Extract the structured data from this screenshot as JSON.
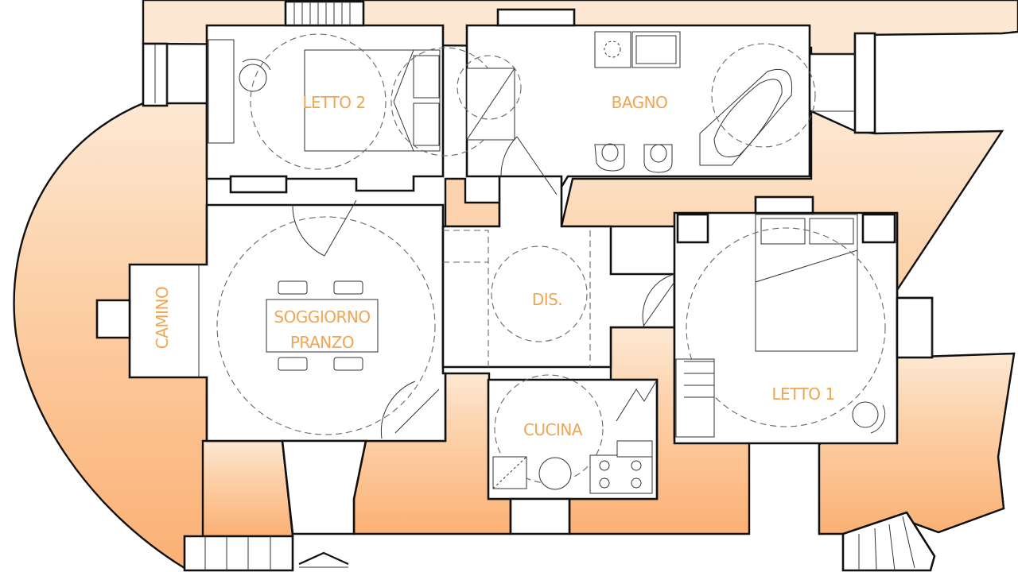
{
  "rooms": {
    "letto2": "LETTO 2",
    "bagno": "BAGNO",
    "soggiorno_line1": "SOGGIORNO",
    "soggiorno_line2": "PRANZO",
    "camino": "CAMINO",
    "dis": "DIS.",
    "cucina": "CUCINA",
    "letto1": "LETTO 1"
  },
  "colors": {
    "terrace_light": "#fde8d4",
    "terrace_dark": "#fbb074",
    "walls": "#111111",
    "labels": "#f0a552"
  },
  "icons": {
    "entrance": "entrance-arrow-icon"
  }
}
